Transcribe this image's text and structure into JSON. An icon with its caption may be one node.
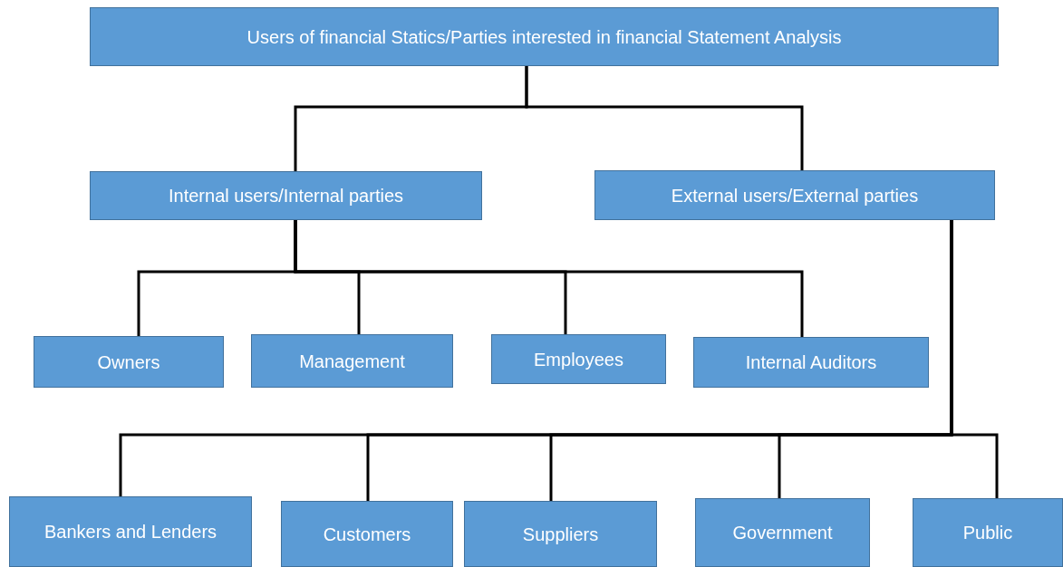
{
  "diagram": {
    "nodes": [
      {
        "text": [
          "Users of financial Statics/Parties interested in financial Statement Analysis"
        ]
      },
      {
        "text": [
          "Internal users/Internal parties"
        ]
      },
      {
        "text": [
          "External users/External parties"
        ]
      },
      {
        "text": [
          "Owners"
        ]
      },
      {
        "text": [
          "Management"
        ]
      },
      {
        "text": [
          "Employees"
        ]
      },
      {
        "text": [
          "Internal Auditors"
        ]
      },
      {
        "text": [
          "Bankers and Lenders"
        ]
      },
      {
        "text": [
          "Customers"
        ]
      },
      {
        "text": [
          "Suppliers"
        ]
      },
      {
        "text": [
          "Government"
        ]
      },
      {
        "text": [
          "Public"
        ]
      }
    ],
    "edges": [
      {
        "from": 0,
        "to": 1,
        "arrow": "none"
      },
      {
        "from": 0,
        "to": 2,
        "arrow": "none"
      },
      {
        "from": 1,
        "to": 3,
        "arrow": "none"
      },
      {
        "from": 1,
        "to": 4,
        "arrow": "none"
      },
      {
        "from": 1,
        "to": 5,
        "arrow": "none"
      },
      {
        "from": 1,
        "to": 6,
        "arrow": "none"
      },
      {
        "from": 2,
        "to": 7,
        "arrow": "none"
      },
      {
        "from": 2,
        "to": 8,
        "arrow": "none"
      },
      {
        "from": 2,
        "to": 9,
        "arrow": "none"
      },
      {
        "from": 2,
        "to": 10,
        "arrow": "none"
      },
      {
        "from": 2,
        "to": 11,
        "arrow": "none"
      }
    ]
  }
}
